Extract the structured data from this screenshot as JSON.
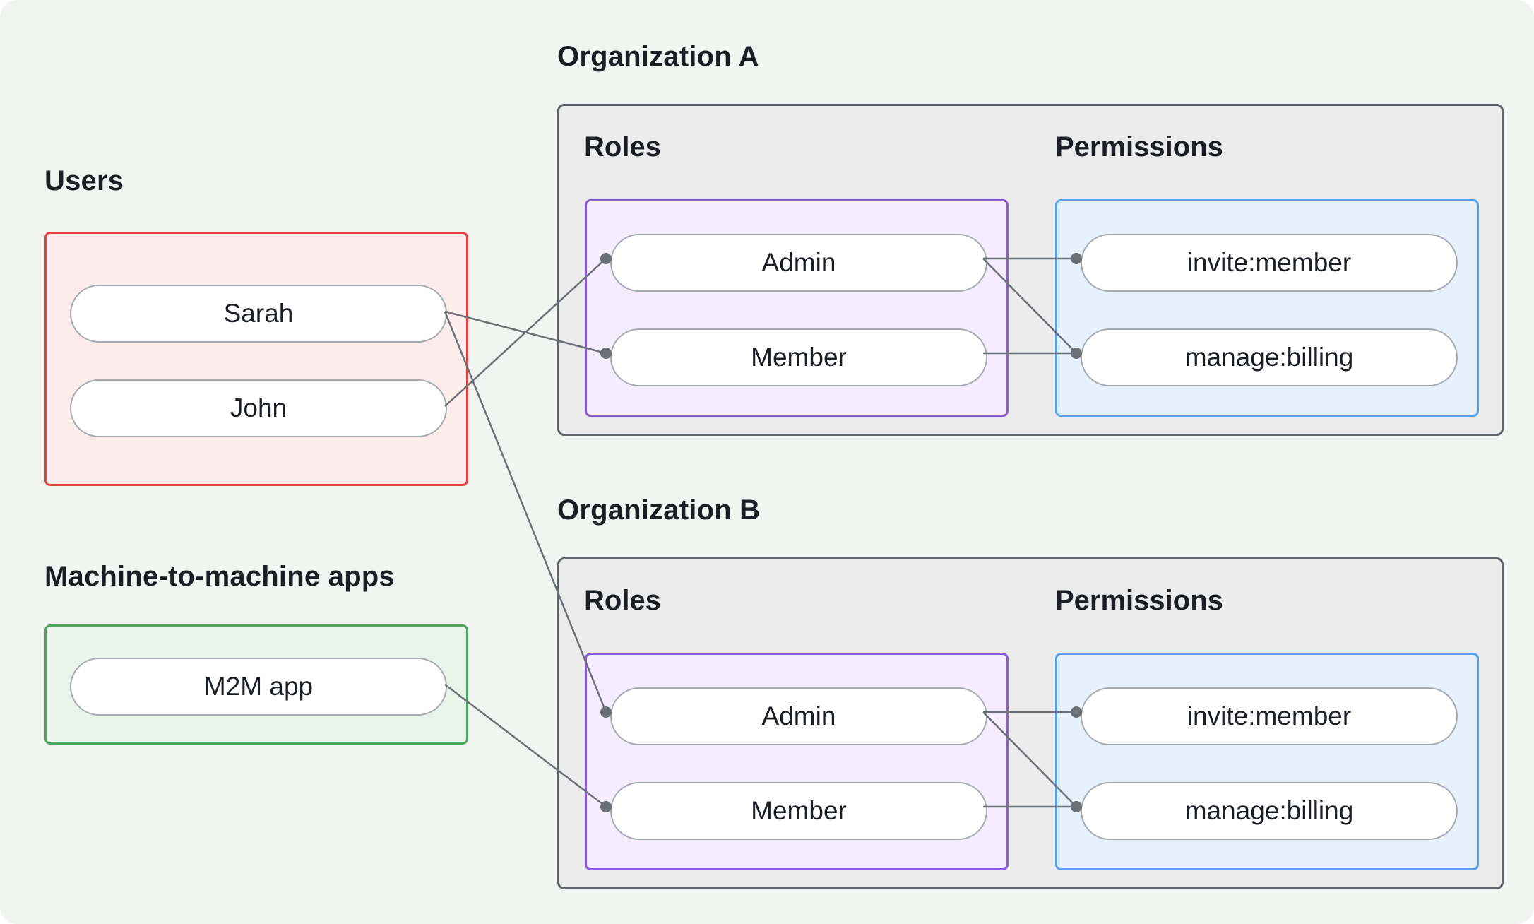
{
  "users_section": {
    "label": "Users",
    "items": [
      "Sarah",
      "John"
    ]
  },
  "m2m_section": {
    "label": "Machine-to-machine apps",
    "items": [
      "M2M app"
    ]
  },
  "organizations": [
    {
      "label": "Organization A",
      "roles": {
        "label": "Roles",
        "items": [
          "Admin",
          "Member"
        ]
      },
      "permissions": {
        "label": "Permissions",
        "items": [
          "invite:member",
          "manage:billing"
        ]
      }
    },
    {
      "label": "Organization B",
      "roles": {
        "label": "Roles",
        "items": [
          "Admin",
          "Member"
        ]
      },
      "permissions": {
        "label": "Permissions",
        "items": [
          "invite:member",
          "manage:billing"
        ]
      }
    }
  ],
  "connections": [
    {
      "from": "Sarah",
      "to": "Organization A / Member"
    },
    {
      "from": "John",
      "to": "Organization A / Admin"
    },
    {
      "from": "Sarah",
      "to": "Organization B / Admin"
    },
    {
      "from": "M2M app",
      "to": "Organization B / Member"
    },
    {
      "from": "Organization A / Admin",
      "to": "Organization A / invite:member"
    },
    {
      "from": "Organization A / Admin",
      "to": "Organization A / manage:billing"
    },
    {
      "from": "Organization A / Member",
      "to": "Organization A / manage:billing"
    },
    {
      "from": "Organization B / Admin",
      "to": "Organization B / invite:member"
    },
    {
      "from": "Organization B / Admin",
      "to": "Organization B / manage:billing"
    },
    {
      "from": "Organization B / Member",
      "to": "Organization B / manage:billing"
    }
  ],
  "colors": {
    "canvas-bg": "#f1f4f1",
    "org-box-bg": "#ececec",
    "org-box-border": "#5f646b",
    "users-box-border": "#e0433f",
    "users-box-bg": "#fceceb",
    "m2m-box-border": "#4aa75c",
    "m2m-box-bg": "#e9f4ea",
    "roles-box-border": "#8a5bd6",
    "roles-box-bg": "#f4edfd",
    "permissions-box-border": "#57a0ef",
    "permissions-box-bg": "#e6f1fc",
    "pill-bg": "#ffffff",
    "pill-border": "#a6abb2",
    "edge": "#6b7077",
    "text": "#1b1f24"
  }
}
